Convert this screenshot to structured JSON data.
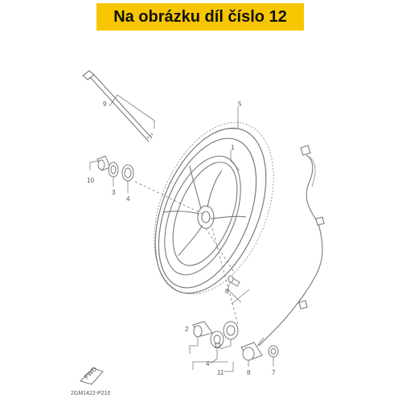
{
  "banner": {
    "text": "Na obrázku díl číslo 12",
    "background": "#f7c600"
  },
  "callouts": [
    "1",
    "2",
    "3",
    "4",
    "5",
    "6",
    "7",
    "8",
    "9",
    "10",
    "11",
    "12",
    "4"
  ],
  "fwd_label": "FWD",
  "drawing_code": "2GM1422-P210",
  "colors": {
    "line": "#7a7a7a",
    "text": "#555555",
    "banner_text": "#111111"
  }
}
